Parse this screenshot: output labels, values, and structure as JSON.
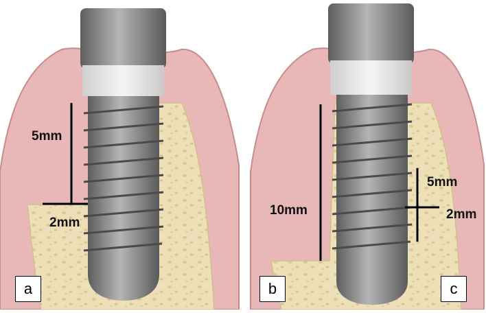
{
  "panels": [
    {
      "label": "a",
      "measurements": [
        "5mm",
        "2mm"
      ]
    },
    {
      "label": "b",
      "measurements": [
        "10mm"
      ]
    },
    {
      "label": "c",
      "measurements": [
        "5mm",
        "2mm"
      ]
    }
  ],
  "colors": {
    "gum": "#e8b7b7",
    "gum_edge": "#c98a8a",
    "bone": "#ede0b8",
    "bone_pore": "#d8c58f",
    "implant_dark": "#6c6c6c",
    "implant_light": "#a9a9a9",
    "collar": "#e6e6e6",
    "line": "#000000"
  }
}
